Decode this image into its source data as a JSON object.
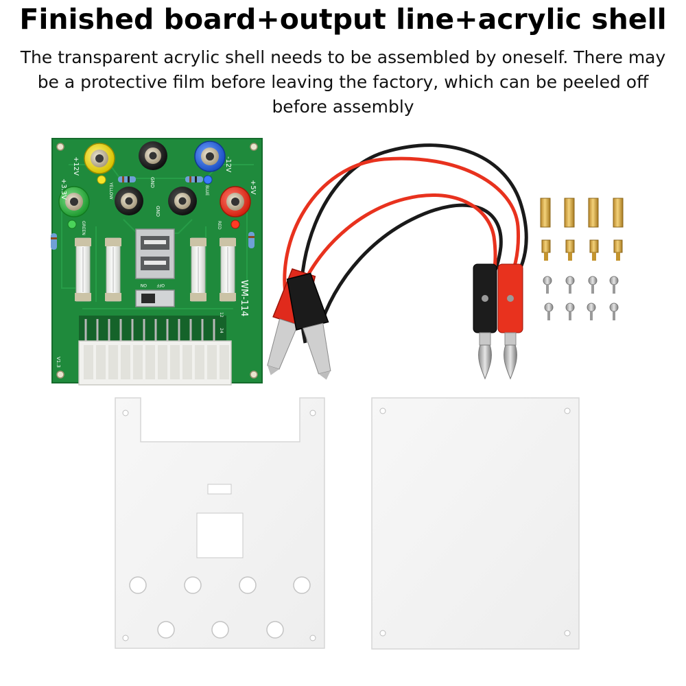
{
  "header": {
    "title": "Finished board+output line+acrylic shell",
    "subtitle": "The transparent acrylic shell needs to be assembled by oneself. There may be a protective film before leaving the factory, which can be peeled off before assembly"
  },
  "board": {
    "model": "WM-114",
    "version": "V1.3",
    "labels": {
      "plus12v": "+12V",
      "minus12v": "-12V",
      "plus5v": "+5V",
      "plus3v3": "+3.3V",
      "gnd": "GND",
      "yellow": "YELLOW",
      "green": "GREEN",
      "blue": "BLUE",
      "red": "RED",
      "on": "ON",
      "off": "OFF",
      "pin12": "12",
      "pin24": "24"
    }
  },
  "colors": {
    "pcb": "#1f8a3c",
    "yellow_post": "#e8d20c",
    "green_post": "#27a83a",
    "blue_post": "#1f5fd6",
    "red_post": "#e02b18",
    "black_post": "#1b1b1b",
    "red_wire": "#e8321e",
    "black_wire": "#1a1a1a",
    "brass": "#d4a53a"
  }
}
